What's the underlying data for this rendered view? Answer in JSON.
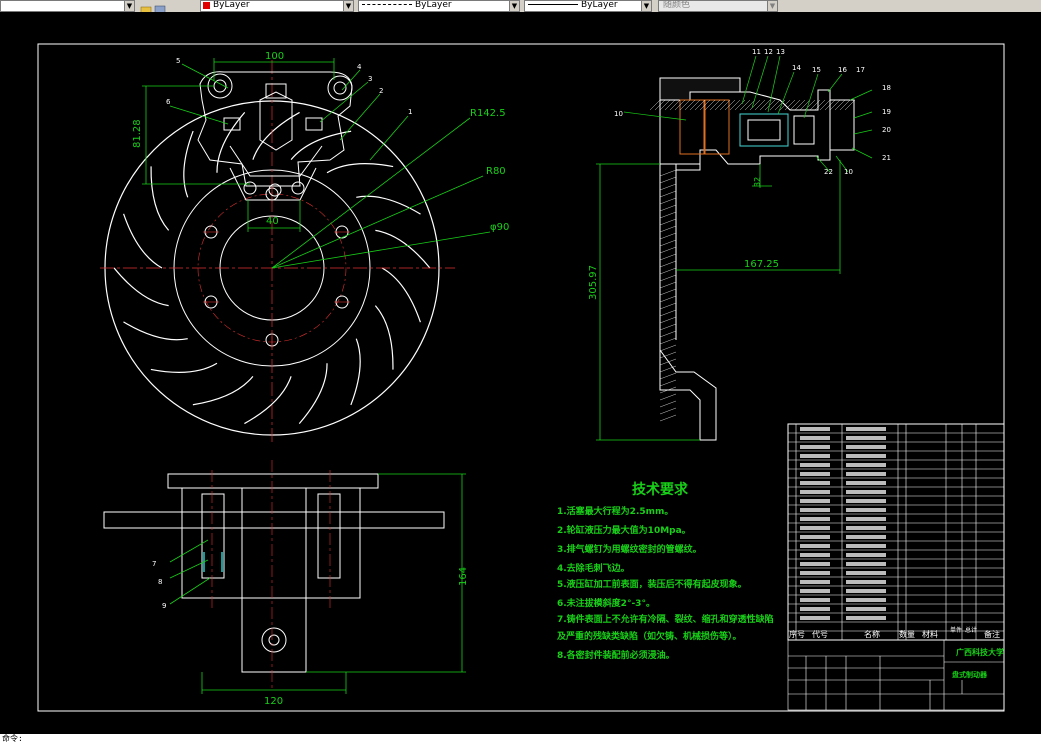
{
  "toolbar": {
    "color_value": "ByLayer",
    "linetype_value": "ByLayer",
    "lineweight_value": "ByLayer",
    "plotstyle_value": "随颜色"
  },
  "drawing": {
    "dims": {
      "width_top": "100",
      "height_left": "81.28",
      "r_outer": "R142.5",
      "r_mid": "R80",
      "d_hub": "φ90",
      "bolt_spacing": "40",
      "section_height": "305.97",
      "section_width": "167.25",
      "small_dim": "32",
      "bottom_height": "164",
      "bottom_width": "120"
    },
    "balloons_top": [
      "5",
      "4",
      "3",
      "2",
      "1",
      "6"
    ],
    "balloons_section": [
      "11",
      "12",
      "13",
      "14",
      "15",
      "16",
      "17",
      "18",
      "19",
      "20",
      "21",
      "22",
      "10"
    ],
    "balloons_bottom": [
      "7",
      "8",
      "9"
    ],
    "tech_title": "技术要求",
    "tech_items": [
      "1.活塞最大行程为2.5mm。",
      "2.轮缸液压力最大值为10Mpa。",
      "3.排气螺钉为用螺纹密封的管螺纹。",
      "4.去除毛刺飞边。",
      "5.液压缸加工前表面，装压后不得有起皮现象。",
      "6.未注拔模斜度2°-3°。",
      "7.铸件表面上不允许有冷隔、裂纹、缩孔和穿透性缺陷",
      "及严重的残缺类缺陷（如欠铸、机械损伤等）。",
      "8.各密封件装配前必须浸油。"
    ],
    "title_block": {
      "header": [
        "序号",
        "代号",
        "名称",
        "数量",
        "材料",
        "单件",
        "总计",
        "备注"
      ],
      "university": "广西科技大学",
      "drawing_name": "盘式制动器"
    }
  },
  "cmdline": {
    "text": "命令:"
  }
}
